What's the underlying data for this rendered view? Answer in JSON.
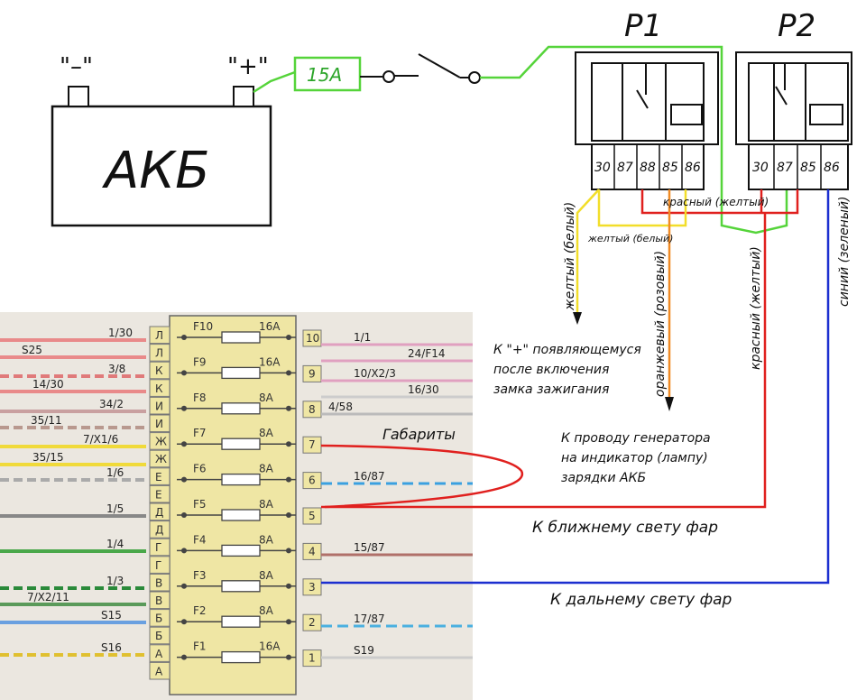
{
  "battery": {
    "label": "АКБ",
    "minus_label": "\"–\"",
    "plus_label": "\"+\""
  },
  "fuse": {
    "label": "15A"
  },
  "relays": {
    "p1": {
      "label": "P1",
      "pins": [
        "30",
        "87",
        "88",
        "85",
        "86"
      ]
    },
    "p2": {
      "label": "P2",
      "pins": [
        "30",
        "87",
        "85",
        "86"
      ]
    }
  },
  "wire_labels": {
    "red_yellow_top": "красный (желтый)",
    "yellow_white_short": "желтый (белый)",
    "yellow_white_vertical": "желтый (белый)",
    "orange_pink": "оранжевый (розовый)",
    "red_yellow_vertical": "красный (желтый)",
    "blue_green": "синий (зеленый)"
  },
  "notes": {
    "ignition": [
      "К \"+\" появляющемуся",
      "после включения",
      "замка зажигания"
    ],
    "generator": [
      "К проводу генератора",
      "на индикатор (лампу)",
      "зарядки АКБ"
    ],
    "gabarity": "Габариты",
    "low_beam": "К ближнему свету фар",
    "high_beam": "К дальнему свету фар"
  },
  "fuse_block": {
    "left_letters": [
      "Л",
      "Л",
      "К",
      "К",
      "И",
      "И",
      "Ж",
      "Ж",
      "Е",
      "Е",
      "Д",
      "Д",
      "Г",
      "Г",
      "В",
      "В",
      "Б",
      "Б",
      "А",
      "А"
    ],
    "right_numbers": [
      "10",
      "9",
      "8",
      "7",
      "6",
      "5",
      "4",
      "3",
      "2",
      "1"
    ],
    "fuses": [
      {
        "name": "F10",
        "rating": "16A"
      },
      {
        "name": "F9",
        "rating": "16A"
      },
      {
        "name": "F8",
        "rating": "8A"
      },
      {
        "name": "F7",
        "rating": "8A"
      },
      {
        "name": "F6",
        "rating": "8A"
      },
      {
        "name": "F5",
        "rating": "8A"
      },
      {
        "name": "F4",
        "rating": "8A"
      },
      {
        "name": "F3",
        "rating": "8A"
      },
      {
        "name": "F2",
        "rating": "8A"
      },
      {
        "name": "F1",
        "rating": "16A"
      }
    ],
    "left_wires": [
      "1/30",
      "S25",
      "3/8",
      "14/30",
      "34/2",
      "35/11",
      "7/X1/6",
      "35/15",
      "1/6",
      "1/5",
      "1/4",
      "1/3",
      "7/X2/11",
      "S15",
      "S16"
    ],
    "right_wires": [
      "1/1",
      "24/F14",
      "10/X2/3",
      "16/30",
      "4/58",
      "16/87",
      "15/87",
      "17/87",
      "S19"
    ]
  },
  "colors": {
    "green": "#55d43a",
    "red": "#e0201e",
    "yellow": "#f2de2a",
    "orange": "#f08a24",
    "blue": "#1c2fd0",
    "block_fill": "#efe6a4",
    "scan_bg": "#ebe7e0"
  }
}
